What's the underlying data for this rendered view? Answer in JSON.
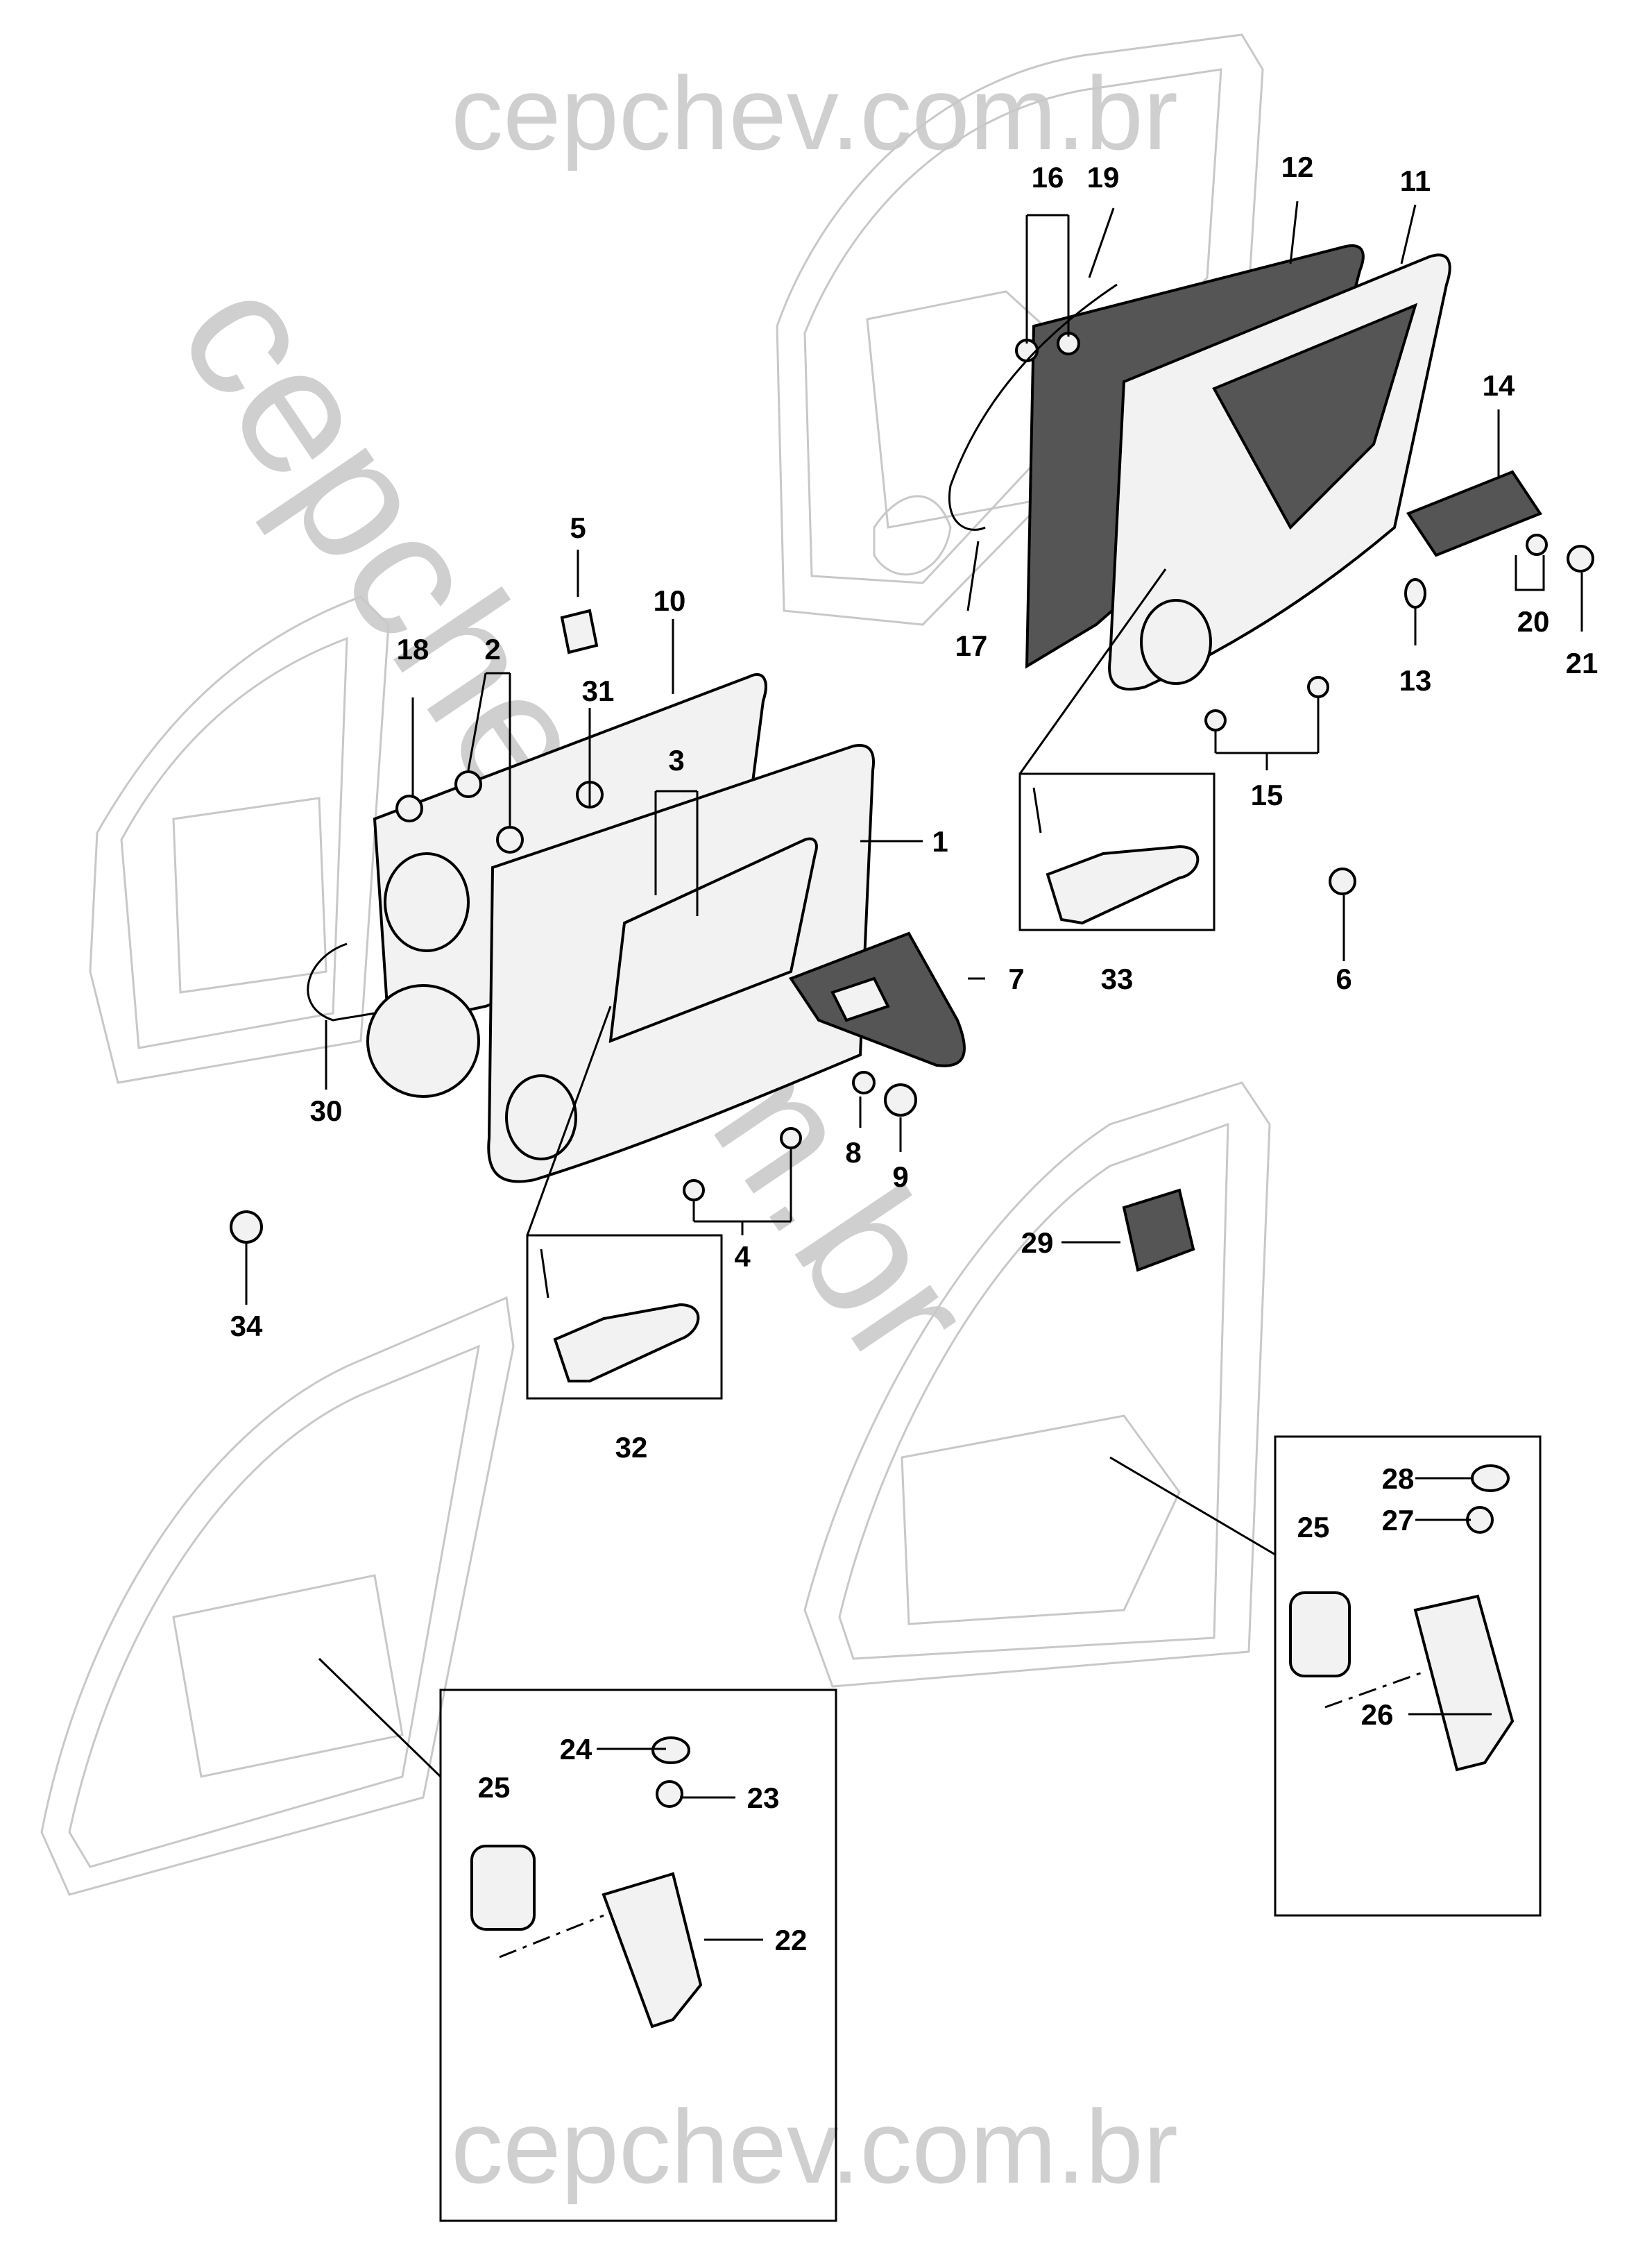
{
  "watermarks": {
    "top": "cepchev.com.br",
    "diagonal": "cepchev.com.br",
    "bottom": "cepchev.com.br"
  },
  "callouts": [
    "1",
    "2",
    "3",
    "4",
    "5",
    "6",
    "7",
    "8",
    "9",
    "10",
    "11",
    "12",
    "13",
    "14",
    "15",
    "16",
    "17",
    "18",
    "19",
    "20",
    "21",
    "22",
    "23",
    "24",
    "25",
    "25",
    "26",
    "27",
    "28",
    "29",
    "30",
    "31",
    "32",
    "33",
    "34"
  ]
}
